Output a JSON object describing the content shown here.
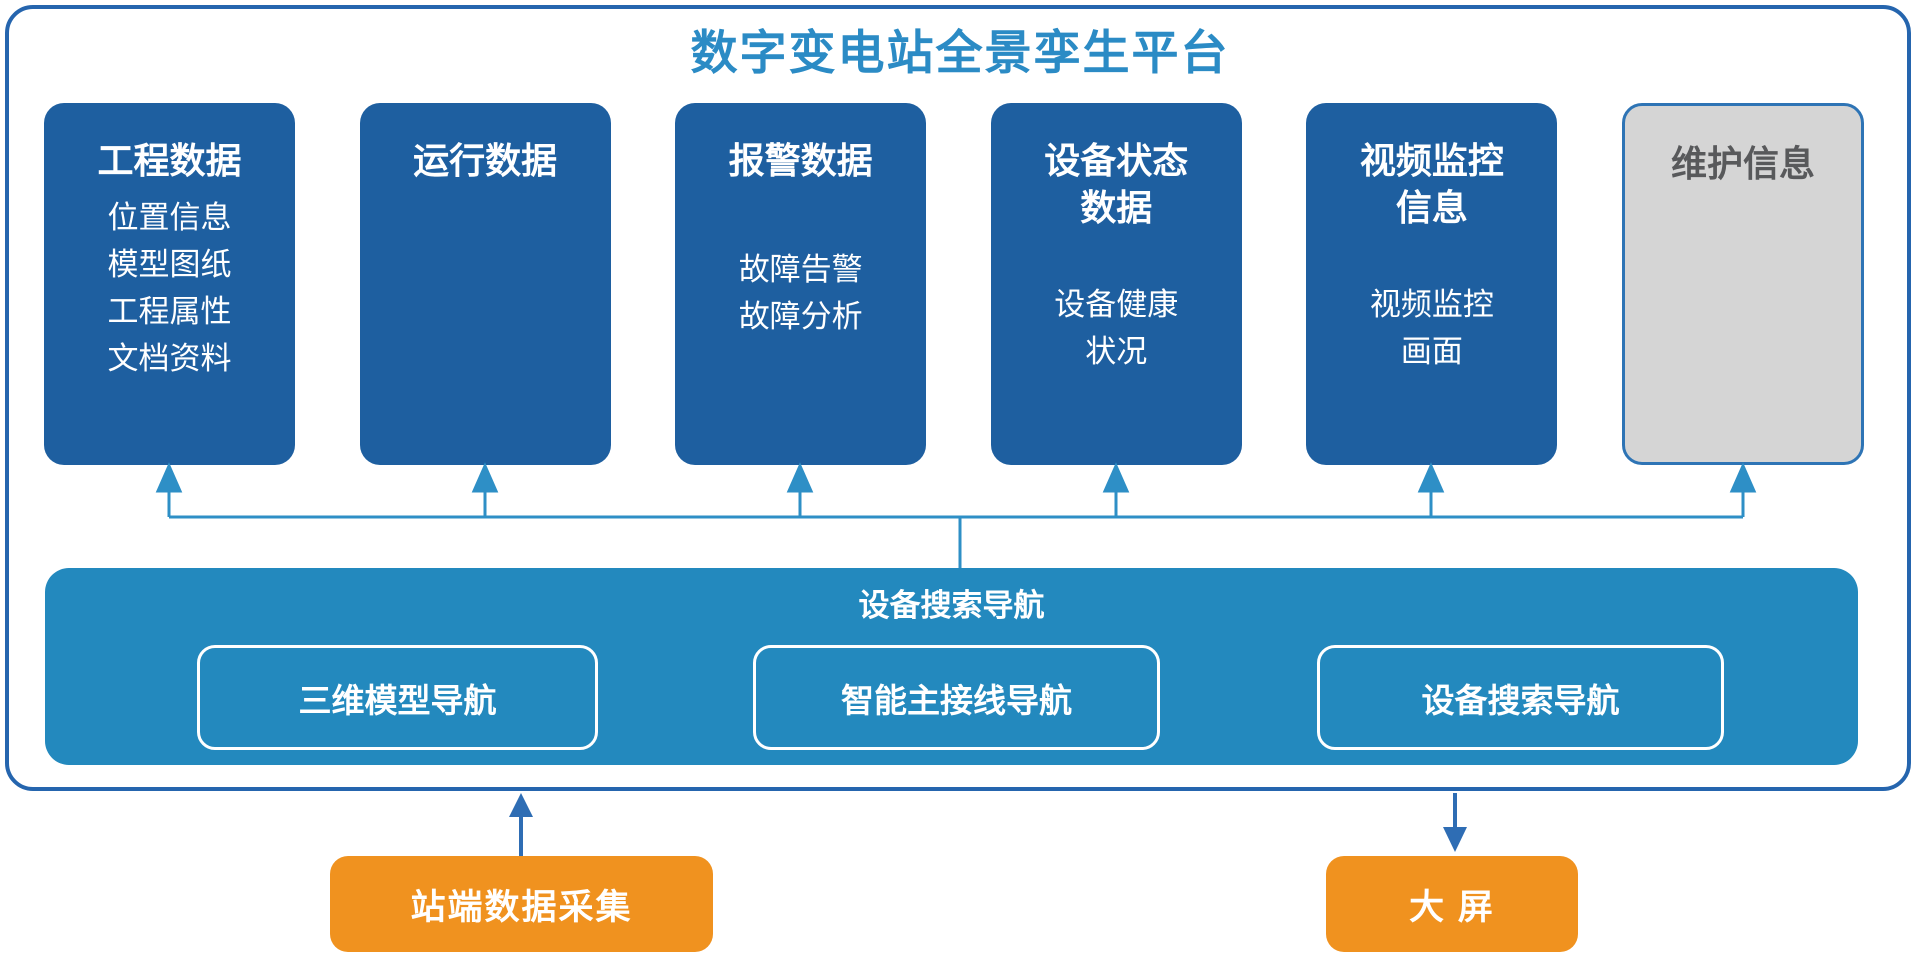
{
  "title": "数字变电站全景孪生平台",
  "cards": [
    {
      "title_lines": [
        "工程数据",
        ""
      ],
      "body_lines": [
        "位置信息",
        "模型图纸",
        "工程属性",
        "文档资料"
      ]
    },
    {
      "title_lines": [
        "运行数据",
        ""
      ],
      "body_lines": [
        "",
        "",
        "",
        ""
      ]
    },
    {
      "title_lines": [
        "报警数据",
        ""
      ],
      "body_lines": [
        "故障告警",
        "故障分析",
        "",
        ""
      ]
    },
    {
      "title_lines": [
        "设备状态",
        "数据"
      ],
      "body_lines": [
        "设备健康",
        "状况",
        "",
        ""
      ]
    },
    {
      "title_lines": [
        "视频监控",
        "信息"
      ],
      "body_lines": [
        "视频监控",
        "画面",
        "",
        ""
      ]
    },
    {
      "title_lines": [
        "维护信息",
        ""
      ],
      "body_lines": [
        "",
        "",
        "",
        ""
      ]
    }
  ],
  "nav_bar": {
    "title": "设备搜索导航",
    "buttons": [
      "三维模型导航",
      "智能主接线导航",
      "设备搜索导航"
    ]
  },
  "bottom": {
    "source_box": "站端数据采集",
    "target_box": "大 屏"
  },
  "colors": {
    "card_blue": "#1E5FA0",
    "nav_bar_blue": "#2389BE",
    "title_blue": "#2B8BC5",
    "connector_blue": "#2E8FC6",
    "bottom_arrow_blue": "#2E6DB4",
    "container_border_blue": "#2565AE",
    "maintenance_gray": "#D5D5D5",
    "maintenance_text_gray": "#58595B",
    "endpoint_orange": "#F0921F"
  }
}
